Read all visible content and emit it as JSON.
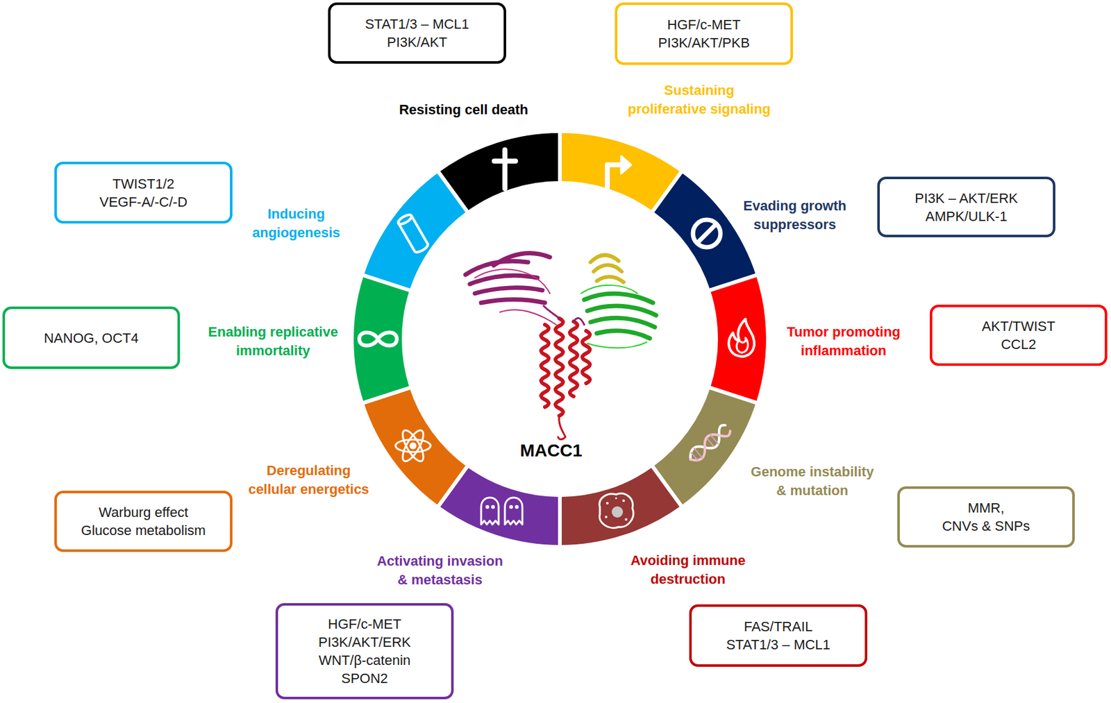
{
  "diagram": {
    "nodes": [
      {
        "text": [
          "STAT1/3 – MCL1",
          "PI3K/AKT"
        ]
      },
      {
        "text": [
          "HGF/c-MET",
          "PI3K/AKT/PKB"
        ]
      },
      {
        "text": [
          "PI3K – AKT/ERK",
          "AMPK/ULK-1"
        ]
      },
      {
        "text": [
          "AKT/TWIST",
          "CCL2"
        ]
      },
      {
        "text": [
          "MMR,",
          "CNVs & SNPs"
        ]
      },
      {
        "text": [
          "FAS/TRAIL",
          "STAT1/3 – MCL1"
        ]
      },
      {
        "text": [
          "HGF/c-MET",
          "PI3K/AKT/ERK",
          "WNT/β-catenin",
          "SPON2"
        ]
      },
      {
        "text": [
          "Warburg effect",
          "Glucose metabolism"
        ]
      },
      {
        "text": [
          "NANOG, OCT4"
        ]
      },
      {
        "text": [
          "TWIST1/2",
          "VEGF-A/-C/-D"
        ]
      }
    ],
    "labels": [
      "Resisting cell death",
      "Sustaining proliferative signaling",
      "Evading growth suppressors",
      "Tumor promoting inflammation",
      "Genome instability & mutation",
      "Avoiding immune destruction",
      "Activating invasion & metastasis",
      "Deregulating cellular energetics",
      "Enabling replicative immortality",
      "Inducing angiogenesis",
      "MACC1"
    ]
  }
}
